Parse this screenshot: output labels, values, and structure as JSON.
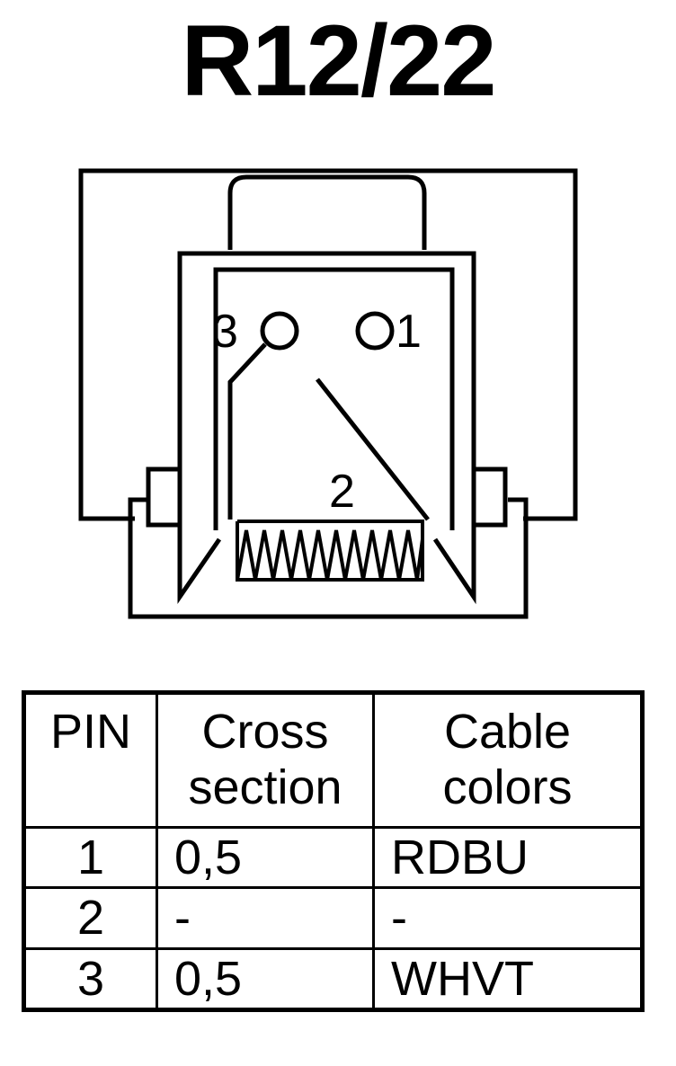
{
  "title": "R12/22",
  "diagram": {
    "pin_labels": [
      "3",
      "1",
      "2"
    ]
  },
  "table": {
    "headers": [
      {
        "line1": "PIN",
        "line2": ""
      },
      {
        "line1": "Cross",
        "line2": "section"
      },
      {
        "line1": "Cable",
        "line2": "colors"
      }
    ],
    "rows": [
      {
        "pin": "1",
        "cross_section": "0,5",
        "cable_color": "RDBU"
      },
      {
        "pin": "2",
        "cross_section": "-",
        "cable_color": "-"
      },
      {
        "pin": "3",
        "cross_section": "0,5",
        "cable_color": "WHVT"
      }
    ]
  }
}
